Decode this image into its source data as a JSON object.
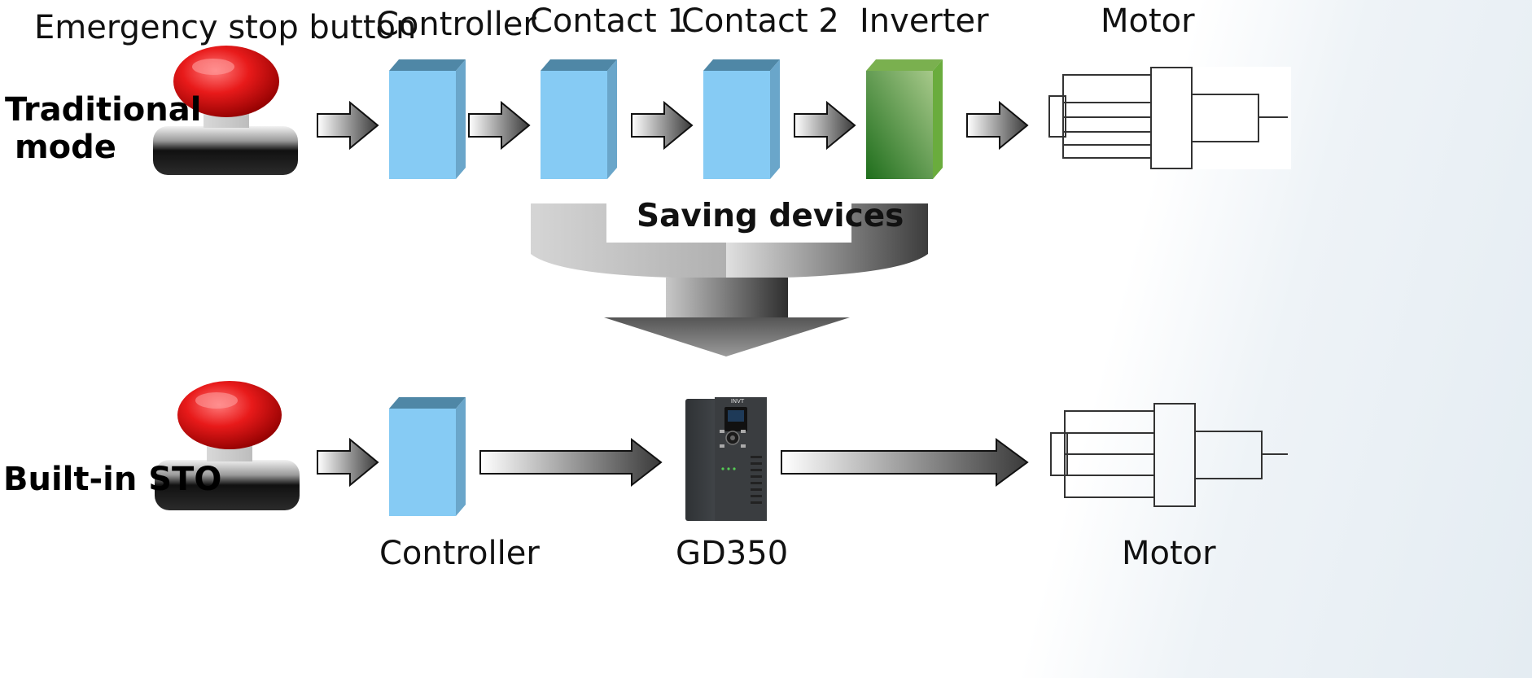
{
  "labels": {
    "emergency_stop_button": "Emergency stop button",
    "controller_top": "Controller",
    "contact_1": "Contact 1",
    "contact_2": "Contact 2",
    "inverter": "Inverter",
    "motor_top": "Motor",
    "traditional_line1": "Traditional",
    "traditional_line2": "mode",
    "saving_devices": "Saving devices",
    "built_in_sto": "Built-in STO",
    "controller_bottom": "Controller",
    "gd350": "GD350",
    "motor_bottom": "Motor"
  },
  "device_brand": "INVT",
  "colors": {
    "block_blue": "#86cbf4",
    "inverter_green": "#4e9a34",
    "button_red": "#e8141b"
  }
}
